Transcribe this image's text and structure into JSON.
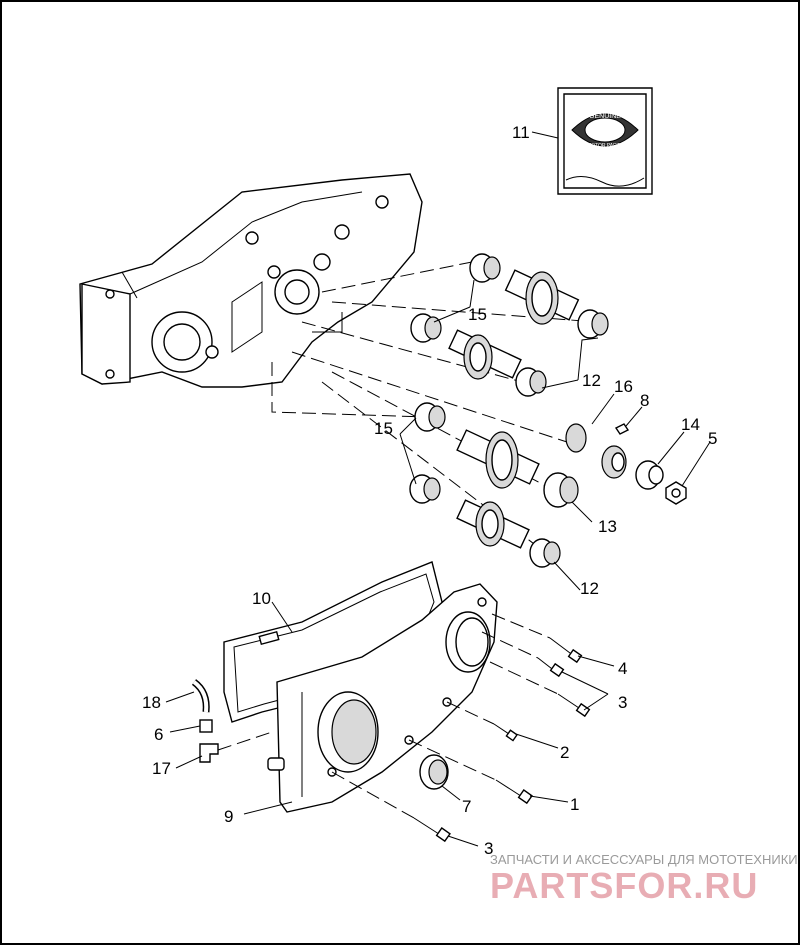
{
  "diagram": {
    "callouts": [
      {
        "id": "c1",
        "label": "1"
      },
      {
        "id": "c2",
        "label": "2"
      },
      {
        "id": "c3a",
        "label": "3"
      },
      {
        "id": "c3b",
        "label": "3"
      },
      {
        "id": "c4",
        "label": "4"
      },
      {
        "id": "c5",
        "label": "5"
      },
      {
        "id": "c6",
        "label": "6"
      },
      {
        "id": "c7",
        "label": "7"
      },
      {
        "id": "c8",
        "label": "8"
      },
      {
        "id": "c9",
        "label": "9"
      },
      {
        "id": "c10",
        "label": "10"
      },
      {
        "id": "c11",
        "label": "11"
      },
      {
        "id": "c12a",
        "label": "12"
      },
      {
        "id": "c12b",
        "label": "12"
      },
      {
        "id": "c13",
        "label": "13"
      },
      {
        "id": "c14",
        "label": "14"
      },
      {
        "id": "c15a",
        "label": "15"
      },
      {
        "id": "c15b",
        "label": "15"
      },
      {
        "id": "c16",
        "label": "16"
      },
      {
        "id": "c17",
        "label": "17"
      },
      {
        "id": "c18",
        "label": "18"
      }
    ],
    "kit_box_logo_text": [
      "GENUINE",
      "MOTOR PARTS"
    ]
  },
  "watermark": {
    "tagline": "ЗАПЧАСТИ И АКСЕССУАРЫ ДЛЯ МОТОТЕХНИКИ",
    "brand": "PARTSFOR.RU"
  },
  "colors": {
    "line": "#000000",
    "background": "#ffffff",
    "watermark_brand": "#e8adb4",
    "watermark_text": "#9a9a9a"
  }
}
